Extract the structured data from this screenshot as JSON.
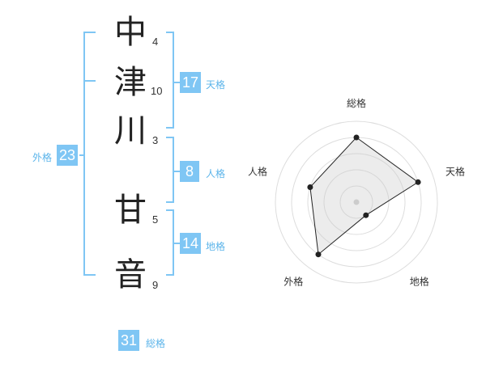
{
  "name": {
    "characters": [
      {
        "char": "中",
        "strokes": "4"
      },
      {
        "char": "津",
        "strokes": "10"
      },
      {
        "char": "川",
        "strokes": "3"
      },
      {
        "char": "甘",
        "strokes": "5"
      },
      {
        "char": "音",
        "strokes": "9"
      }
    ]
  },
  "fortune": {
    "tenkaku": {
      "value": "17",
      "label": "天格"
    },
    "jinkaku": {
      "value": "8",
      "label": "人格"
    },
    "chikaku": {
      "value": "14",
      "label": "地格"
    },
    "gaikaku": {
      "value": "23",
      "label": "外格"
    },
    "soukaku": {
      "value": "31",
      "label": "総格"
    }
  },
  "colors": {
    "accent": "#7fc6f4",
    "accent_text": "#5bb4ea",
    "bracket": "#7fc6f4",
    "radar_fill": "#eeeeee",
    "radar_line": "#222222"
  },
  "chart_data": {
    "type": "radar",
    "axes": [
      "総格",
      "天格",
      "地格",
      "外格",
      "人格"
    ],
    "values": [
      4,
      4,
      1,
      4,
      3
    ],
    "max": 5,
    "rings": 5
  }
}
